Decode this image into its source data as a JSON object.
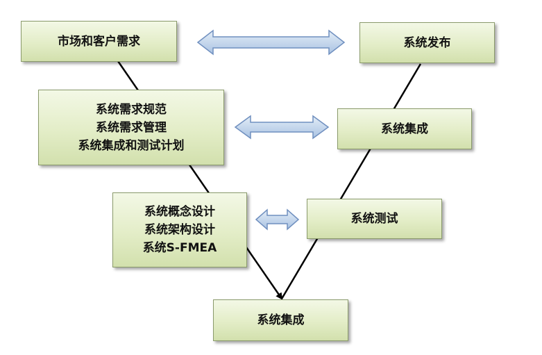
{
  "diagram": {
    "boxes": {
      "market_requirements": {
        "lines": [
          "市场和客户需求"
        ]
      },
      "system_release": {
        "lines": [
          "系统发布"
        ]
      },
      "system_requirements": {
        "lines": [
          "系统需求规范",
          "系统需求管理",
          "系统集成和测试计划"
        ]
      },
      "system_integration_right": {
        "lines": [
          "系统集成"
        ]
      },
      "system_design": {
        "lines": [
          "系统概念设计",
          "系统架构设计",
          "系统S-FMEA"
        ]
      },
      "system_test": {
        "lines": [
          "系统测试"
        ]
      },
      "system_integration_bottom": {
        "lines": [
          "系统集成"
        ]
      }
    }
  },
  "colors": {
    "box_fill_top": "#f3f8e6",
    "box_fill_bottom": "#d2e0ad",
    "box_border": "#8a9a6b",
    "arrow_fill_top": "#e3edf7",
    "arrow_fill_bottom": "#a9c2e2",
    "arrow_stroke": "#6f8fbf",
    "line": "#000000"
  }
}
